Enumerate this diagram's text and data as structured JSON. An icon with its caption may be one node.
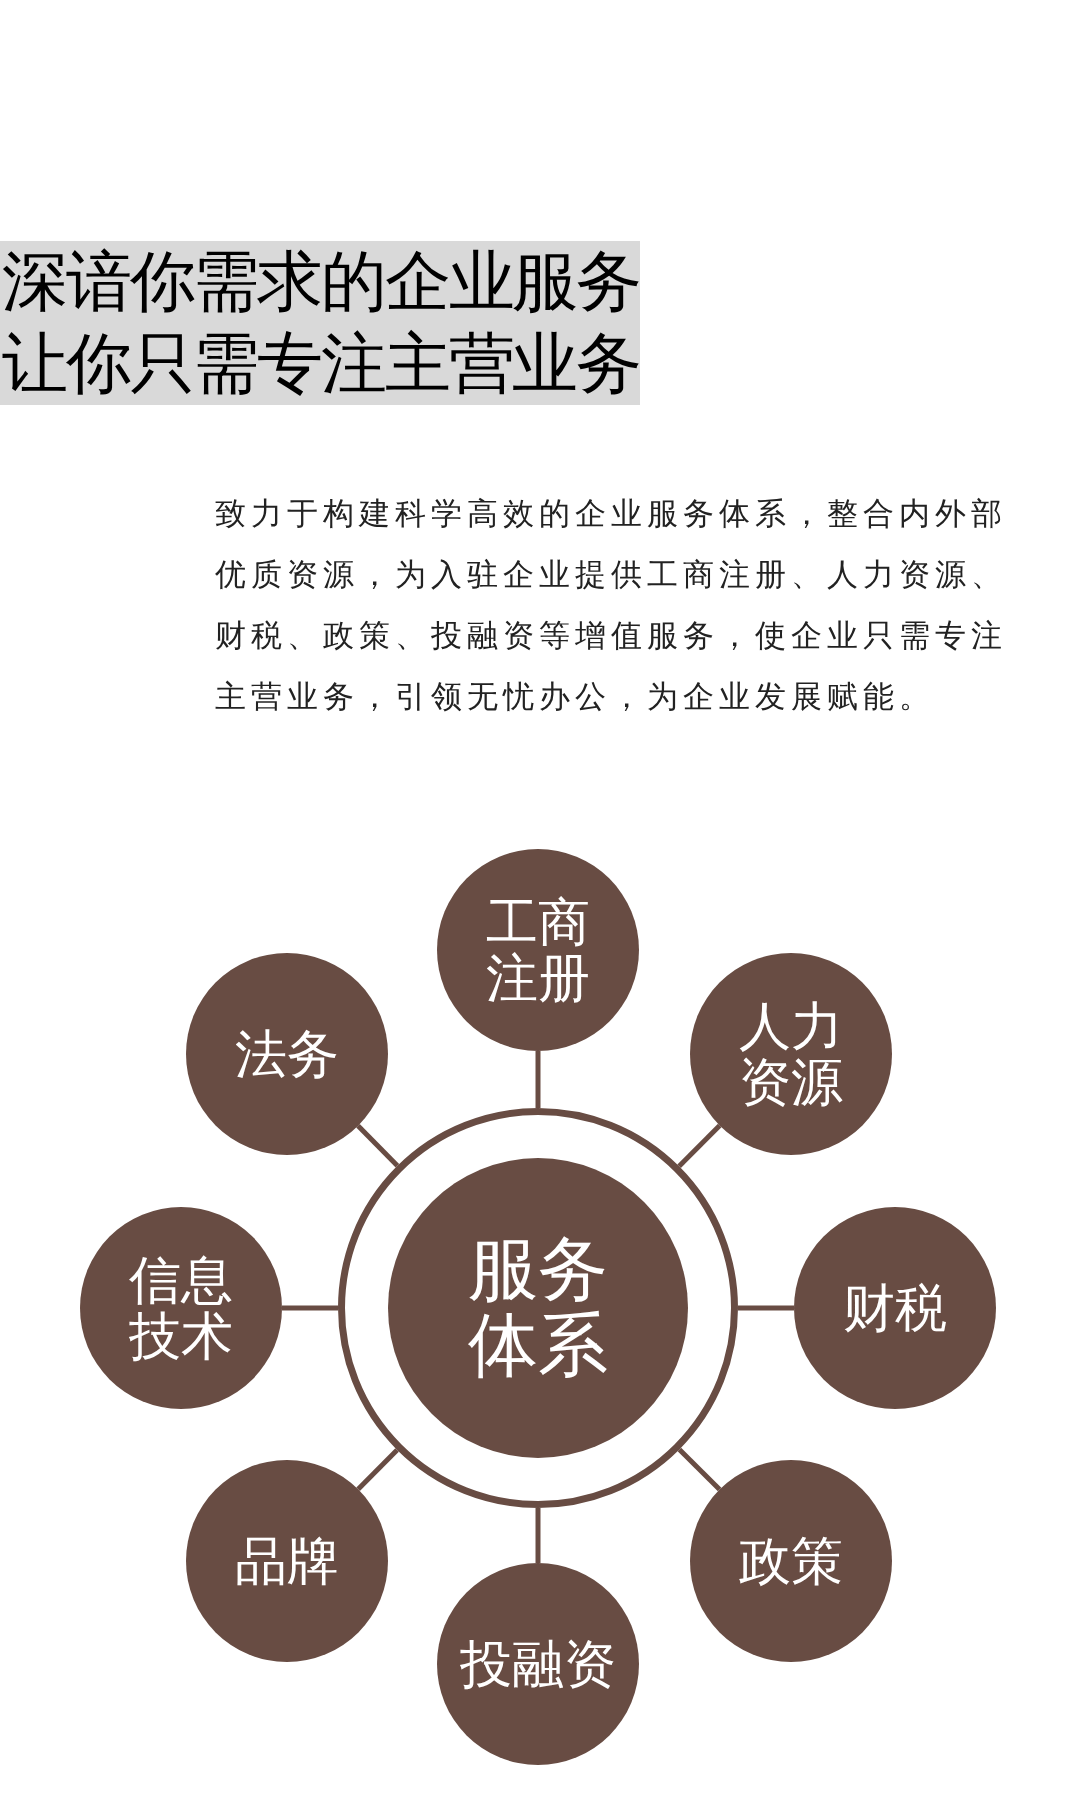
{
  "diagram": {
    "title": "深谙你需求的企业服务让你只需专注主营业务",
    "nodes": [
      {
        "text": [],
        "shape": "circle"
      },
      {
        "text": [
          "服务体系"
        ],
        "in": 0
      },
      {
        "text": [
          "工商注册"
        ]
      },
      {
        "text": [
          "人力资源"
        ]
      },
      {
        "text": [
          "财税"
        ]
      },
      {
        "text": [
          "政策"
        ]
      },
      {
        "text": [
          "投融资"
        ]
      },
      {
        "text": [
          "品牌"
        ]
      },
      {
        "text": [
          "信息技术"
        ]
      },
      {
        "text": [
          "法务"
        ]
      }
    ],
    "edges": [
      {
        "from": 0,
        "to": 2,
        "arrow": "none"
      },
      {
        "from": 0,
        "to": 3,
        "arrow": "none"
      },
      {
        "from": 0,
        "to": 4,
        "arrow": "none"
      },
      {
        "from": 0,
        "to": 5,
        "arrow": "none"
      },
      {
        "from": 0,
        "to": 6,
        "arrow": "none"
      },
      {
        "from": 0,
        "to": 7,
        "arrow": "none"
      },
      {
        "from": 0,
        "to": 8,
        "arrow": "none"
      },
      {
        "from": 0,
        "to": 9,
        "arrow": "none"
      }
    ],
    "labels": [
      "致力于构建科学高效的企业服务体系，整合内外部优质资源，为入驻企业提供工商注册、人力资源、财税、政策、投融资等增值服务，使企业只需专注主营业务，引领无忧办公，为企业发展赋能。"
    ]
  }
}
